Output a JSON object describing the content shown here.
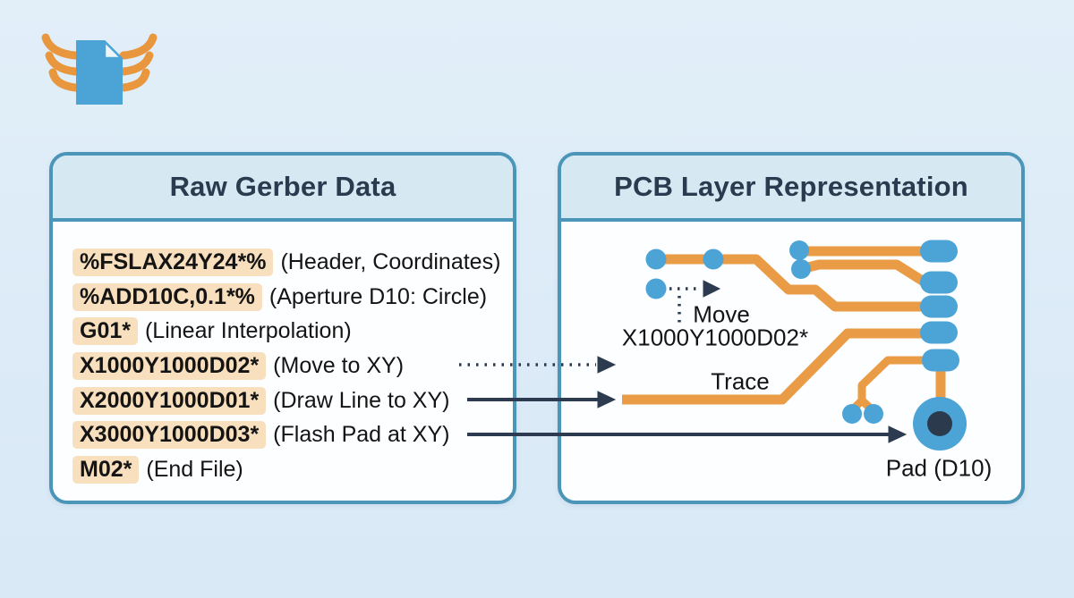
{
  "logo": {
    "name": "winged-document-logo"
  },
  "colors": {
    "background": "#dcebf7",
    "panel_border": "#4a95b8",
    "panel_header_bg": "#d6e9f3",
    "title_text": "#2b3b4f",
    "code_chip_bg": "#f8dfbe",
    "trace_orange": "#e99c45",
    "pad_blue": "#4ba3d6",
    "arrow_navy": "#2c3b4f",
    "pad_hole_navy": "#2c3a4e"
  },
  "left_panel": {
    "title": "Raw Gerber Data",
    "lines": [
      {
        "code": "%FSLAX24Y24*%",
        "note": "(Header, Coordinates)"
      },
      {
        "code": "%ADD10C,0.1*%",
        "note": "(Aperture D10: Circle)"
      },
      {
        "code": "G01*",
        "note": "(Linear Interpolation)"
      },
      {
        "code": "X1000Y1000D02*",
        "note": "(Move to XY)"
      },
      {
        "code": "X2000Y1000D01*",
        "note": "(Draw Line to XY)"
      },
      {
        "code": "X3000Y1000D03*",
        "note": "(Flash Pad at XY)"
      },
      {
        "code": "M02*",
        "note": "(End File)"
      }
    ]
  },
  "right_panel": {
    "title": "PCB Layer Representation",
    "labels": {
      "move": "Move",
      "move_code": "X1000Y1000D02*",
      "trace": "Trace",
      "pad": "Pad (D10)"
    }
  }
}
